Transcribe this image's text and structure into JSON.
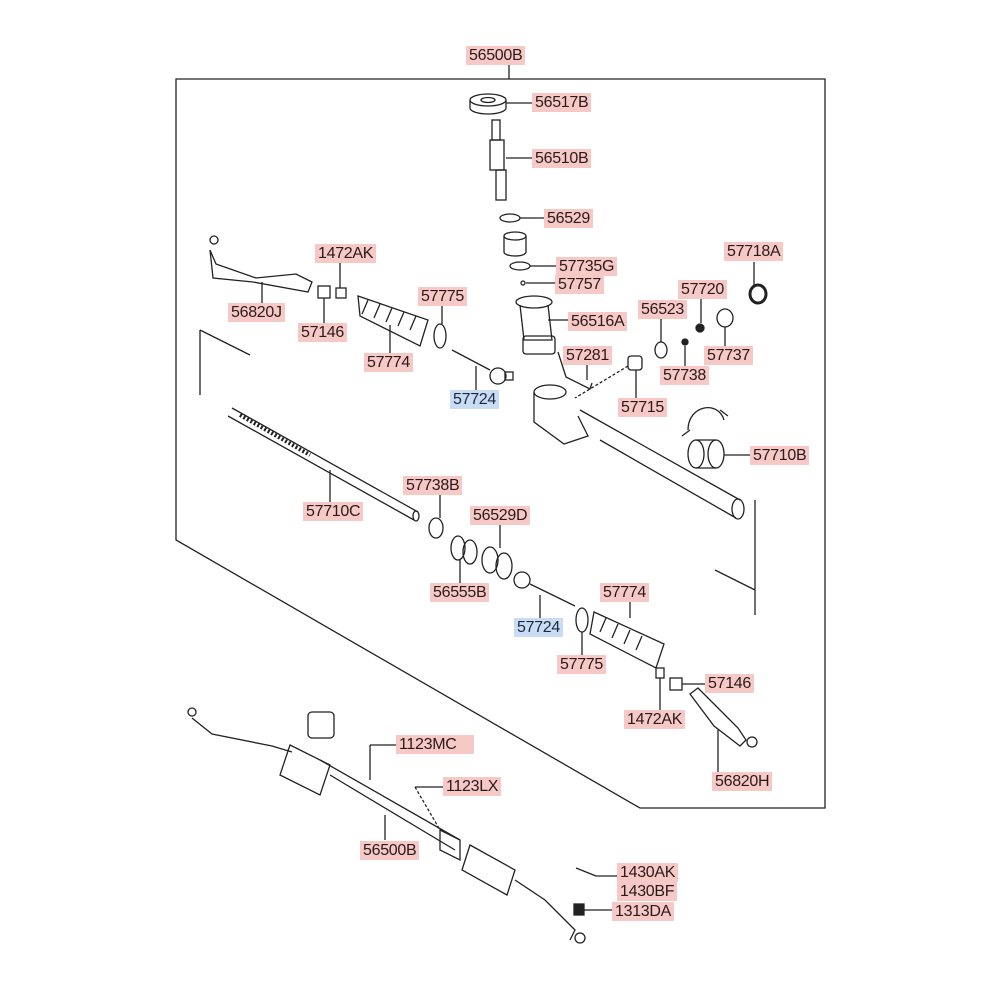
{
  "diagram": {
    "title_part": "56500B",
    "colors": {
      "label_bg": "#f6c9c6",
      "highlight_bg": "#c9dcf4",
      "line": "#222222"
    },
    "labels": {
      "p56500B_top": "56500B",
      "p56517B": "56517B",
      "p56510B": "56510B",
      "p56529": "56529",
      "p57735G": "57735G",
      "p57757": "57757",
      "p56516A": "56516A",
      "p57718A": "57718A",
      "p57720": "57720",
      "p56523": "56523",
      "p57737": "57737",
      "p57738": "57738",
      "p57281": "57281",
      "p57715": "57715",
      "p57710B": "57710B",
      "p1472AK_left": "1472AK",
      "p56820J": "56820J",
      "p57146_left": "57146",
      "p57775_left": "57775",
      "p57774_left": "57774",
      "p57724_upper": "57724",
      "p57710C": "57710C",
      "p57738B": "57738B",
      "p56529D": "56529D",
      "p56555B": "56555B",
      "p57724_lower": "57724",
      "p57774_right": "57774",
      "p57775_right": "57775",
      "p57146_right": "57146",
      "p1472AK_right": "1472AK",
      "p56820H": "56820H",
      "p1123MC": "1123MC",
      "p1123LX": "1123LX",
      "p56500B_bottom": "56500B",
      "p1430AK": "1430AK",
      "p1430BF": "1430BF",
      "p1313DA": "1313DA"
    }
  }
}
